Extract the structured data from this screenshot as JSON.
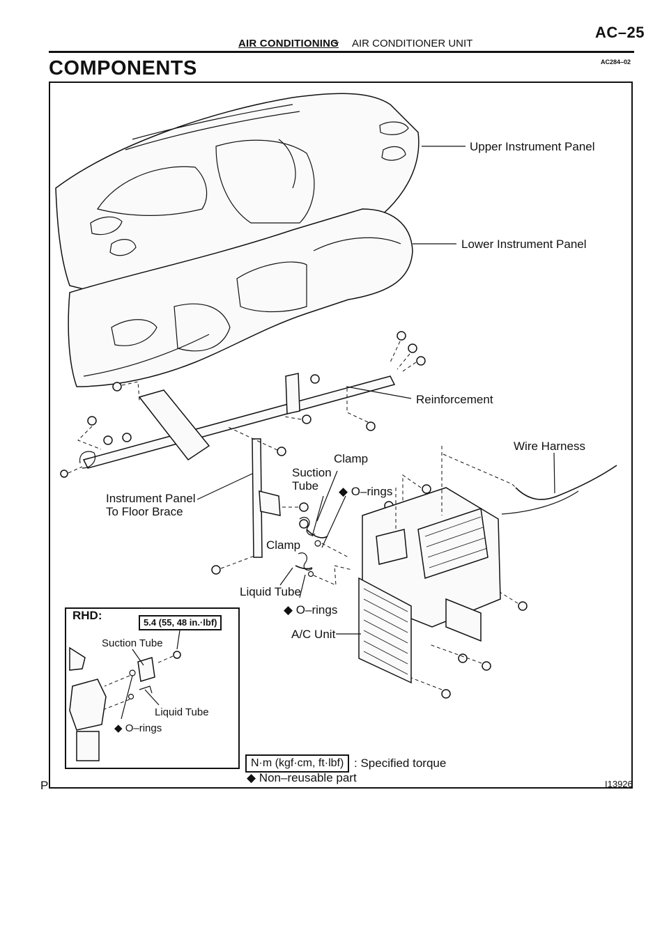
{
  "header": {
    "section": "AIR CONDITIONING",
    "separator": "–",
    "subsection": "AIR CONDITIONER UNIT",
    "page": "AC–25",
    "doc_code": "AC284–02"
  },
  "title": "COMPONENTS",
  "labels": {
    "upper_instrument_panel": "Upper Instrument Panel",
    "lower_instrument_panel": "Lower Instrument Panel",
    "reinforcement": "Reinforcement",
    "wire_harness": "Wire Harness",
    "clamp_top": "Clamp",
    "suction": "Suction",
    "tube": "Tube",
    "o_rings_top": "◆ O–rings",
    "instrument_panel": "Instrument Panel",
    "to_floor_brace": "To Floor Brace",
    "clamp_mid": "Clamp",
    "liquid_tube": "Liquid Tube",
    "o_rings_bottom": "◆ O–rings",
    "ac_unit": "A/C Unit"
  },
  "rhd": {
    "label": "RHD:",
    "torque": "5.4 (55, 48 in.·lbf)",
    "suction_tube": "Suction Tube",
    "liquid_tube": "Liquid Tube",
    "o_rings": "◆ O–rings"
  },
  "legend": {
    "torque_units": "N·m (kgf·cm, ft·lbf)",
    "torque_text": ": Specified torque",
    "non_reusable": "◆ Non–reusable part"
  },
  "footer": {
    "left_mark": "P",
    "figure_id": "I13926"
  }
}
